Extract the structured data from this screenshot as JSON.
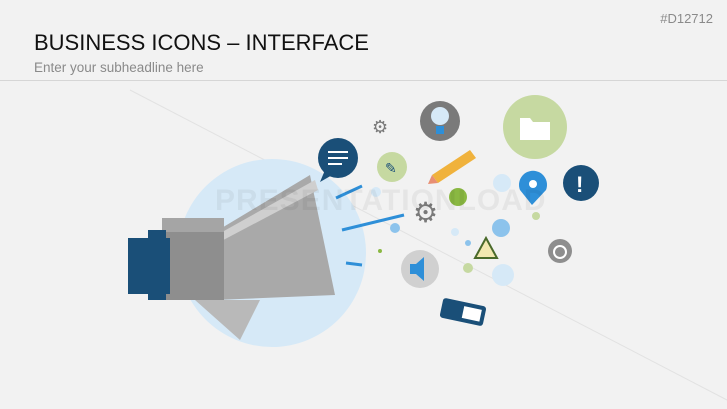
{
  "slide": {
    "id_label": "#D12712",
    "title": "BUSINESS ICONS – INTERFACE",
    "subtitle": "Enter your subheadline here",
    "watermark": "PRESENTATIONLOAD"
  },
  "colors": {
    "dark_blue": "#1a4f78",
    "light_blue": "#d6e9f7",
    "accent_blue": "#2e8fd8",
    "green": "#8ab842",
    "gray": "#7a7a7a"
  },
  "icons": [
    "megaphone-icon",
    "speech-bubble-icon",
    "gears-icon",
    "wrench-icon",
    "lightbulb-icon",
    "pencil-icon",
    "folder-icon",
    "location-pin-icon",
    "exclamation-icon",
    "gear-icon",
    "warning-icon",
    "speaker-icon",
    "power-icon",
    "battery-icon"
  ]
}
